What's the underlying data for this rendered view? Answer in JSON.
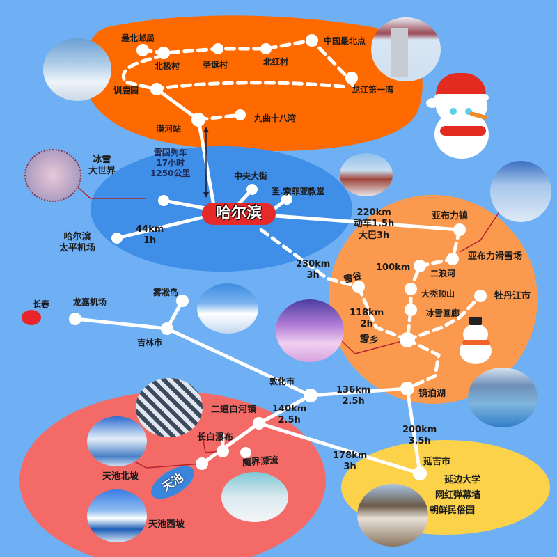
{
  "title_fragment": "...",
  "colors": {
    "background": "#6fb0f5",
    "north_region": "#ff6a00",
    "harbin_region": "#3f8ee8",
    "mudanjiang_region": "#fb9a4f",
    "changbai_region": "#f46a66",
    "yanji_region": "#fcd24a",
    "hub": "#e62a2a",
    "route": "#ffffff"
  },
  "regions": {
    "north": {
      "stops": [
        "最北邮局",
        "北极村",
        "圣诞村",
        "北红村",
        "中国最北点",
        "龙江第一湾",
        "训鹿园",
        "漠河站",
        "九曲十八湾"
      ]
    },
    "harbin": {
      "hub": "哈尔滨",
      "train": {
        "name": "雪国列车",
        "duration": "17小时",
        "distance": "1250公里"
      },
      "stops": [
        "冰雪大世界",
        "中央大街",
        "圣.索菲亚教堂",
        "哈尔滨太平机场"
      ],
      "ice_world_line1": "冰雪",
      "ice_world_line2": "大世界",
      "airport_line1": "哈尔滨",
      "airport_line2": "太平机场",
      "airport_dist": "44km",
      "airport_time": "1h"
    },
    "mudanjiang": {
      "stops": [
        "亚布力镇",
        "亚布力滑雪场",
        "二浪河",
        "大秃顶山",
        "冰雪画廊",
        "雪谷",
        "雪乡",
        "牡丹江市",
        "镜泊湖"
      ],
      "dist_100": "100km",
      "dist_118": "118km",
      "time_118": "2h"
    },
    "jilin": {
      "stops": [
        "长春",
        "龙嘉机场",
        "雾凇岛",
        "吉林市",
        "敦化市"
      ]
    },
    "changbai": {
      "stops": [
        "二道白河镇",
        "长白瀑布",
        "魔界漂流",
        "天池北坡",
        "天池西坡"
      ],
      "lake": "天池"
    },
    "yanji": {
      "city": "延吉市",
      "spots": [
        "延边大学",
        "网红弹幕墙",
        "朝鲜民俗园"
      ]
    }
  },
  "legs": {
    "harbin_yabuli": {
      "dist": "220km",
      "train": "动车1.5h",
      "bus": "大巴3h"
    },
    "harbin_xuegu": {
      "dist": "230km",
      "time": "3h"
    },
    "dunhua_jingpo": {
      "dist": "136km",
      "time": "2.5h"
    },
    "dunhua_erdao": {
      "dist": "140km",
      "time": "2.5h"
    },
    "jingpo_yanji": {
      "dist": "200km",
      "time": "3.5h"
    },
    "erdao_yanji": {
      "dist": "178km",
      "time": "3h"
    }
  },
  "icons": [
    "snowman-santa-hat-icon",
    "snowman-top-hat-icon",
    "photo-reindeer",
    "photo-china-border-marker",
    "photo-ice-world",
    "photo-st-sophia",
    "photo-yabuli-snowboard",
    "photo-snow-town",
    "photo-rime-island",
    "photo-jingpo-waterfall",
    "photo-changbai-waterfall",
    "photo-tianchi-north",
    "photo-tianchi-west",
    "photo-drift-forest",
    "photo-korean-village"
  ]
}
